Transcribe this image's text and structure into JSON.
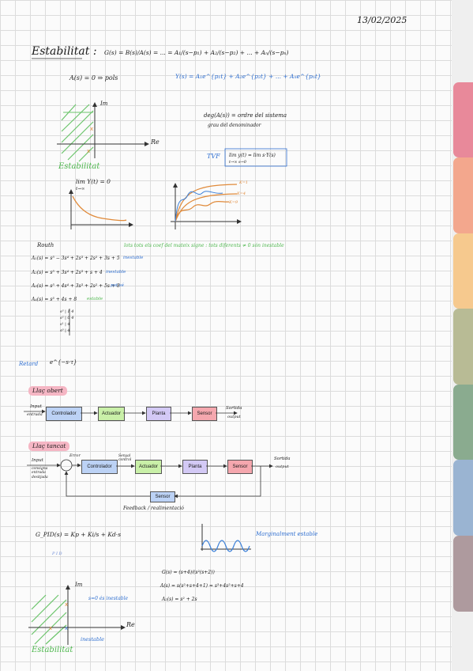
{
  "date": "13/02/2025",
  "estabilitat": {
    "title": "Estabilitat :",
    "transfer_eq": "G(s) = B(s)/A(s) = ... = A₁/(s−p₁) + A₂/(s−p₂) + ... + Aₙ/(s−pₙ)",
    "poles_eq": "A(s) = 0  ⇒ pols",
    "response_eq": "Y(s) = A₁e^{p₁t} + A₂e^{p₂t} + ... + Aₙe^{pₙt}",
    "degree_note": "deg(A(s)) = ordre del sistema",
    "degree_sub": "grau del denominador",
    "tvf_label": "TVF",
    "tvf_eq": "lim y(t) = lim s·Y(s)",
    "tvf_sub": "t→∞      s→0",
    "plane_im": "Im",
    "plane_re": "Re",
    "plane_caption": "Estabilitat",
    "limit_eq": "lim Y(t) = 0",
    "limit_sub": "t→∞",
    "k1": "K=1",
    "k2": "K=4",
    "k3": "K=9"
  },
  "routh": {
    "title": "Routh",
    "note": "lots tots els coef del mateix signe : tots diferents ≠ 0   són inestable",
    "rows": [
      {
        "eq": "A₁(s) = s⁵ − 3s⁴ + 2s³ + 2s² + 3s + 5",
        "tag": "inestable"
      },
      {
        "eq": "A₂(s) = s⁵ + 3s⁴ + 2s³ + s + 4",
        "tag": "inestable"
      },
      {
        "eq": "A₃(s) = s⁵ + 4s⁴ + 3s³ + 2s² + 5s + 8",
        "tag": "pot sé"
      },
      {
        "eq": "A₄(s) = s³ + 4s + 8",
        "tag": "estable"
      }
    ],
    "table": [
      "s³ | 1   4",
      "s² | 0   4",
      "s¹ | 4",
      "s⁰ | 4"
    ]
  },
  "retard": {
    "label": "Retard",
    "expr": "e^{−s·τ}"
  },
  "open_loop": {
    "title": "Llaç obert",
    "input": "Input",
    "input_sub": "entrada",
    "blocks": [
      "Controlador",
      "Actuador",
      "Planta",
      "Sensor"
    ],
    "output": "Sortida",
    "output_sub": "output"
  },
  "closed_loop": {
    "title": "Llaç tancat",
    "input": "Input",
    "input_sub": "consigna entrada desitjada",
    "error": "Error",
    "control_signal": "Senyal control",
    "blocks": [
      "Controlador",
      "Actuador",
      "Planta",
      "Sensor"
    ],
    "feedback_block": "Sensor",
    "output": "Sortida",
    "output_sub": "output",
    "feedback_label": "Feedback / realimentació"
  },
  "pid": {
    "eq": "G_PID(s) = Kp + Ki/s + Kd·s",
    "sub": "P    I    D",
    "marginal": "Marginalment estable"
  },
  "bottom": {
    "g_eq": "G(s) = (s+4)/(s²(s+2))",
    "a_eq": "A(s) = s(s²+s+4+1) = s³+4s²+s+4",
    "a2_eq": "A₂(s) = s² + 2s",
    "im": "Im",
    "re": "Re",
    "unstable_note": "s=0 és inestable",
    "unstable": "inestable",
    "caption": "Estabilitat"
  },
  "colors": {
    "ink_blue": "#2f6fd0",
    "ink_green": "#4fb84f",
    "ink_orange": "#e08a3a",
    "highlight_pink": "#f5b6c4",
    "tab_colors": [
      "#e8899a",
      "#f3a78d",
      "#f6c98e",
      "#b8bb95",
      "#8aab8f",
      "#9ab4d2",
      "#ae9a9e"
    ]
  },
  "icons": [
    "menu-icon"
  ]
}
